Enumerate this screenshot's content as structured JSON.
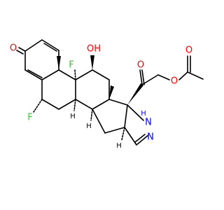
{
  "colors": {
    "O": "#ff0000",
    "F": "#33cc33",
    "N": "#0000ff",
    "C": "#000000",
    "H": "#000000"
  },
  "atoms": {
    "ketone_O": "O",
    "hydroxyl": "OH",
    "fluoro_9": "F",
    "fluoro_6": "F",
    "acyl_O": "O",
    "ester_O": "O",
    "acetyl_O": "O",
    "nh_N": "N",
    "nh_H": "H",
    "imine_N": "N",
    "stereo_H_8": "H",
    "stereo_H_14": "H",
    "stereo_H_pyr": "H"
  }
}
